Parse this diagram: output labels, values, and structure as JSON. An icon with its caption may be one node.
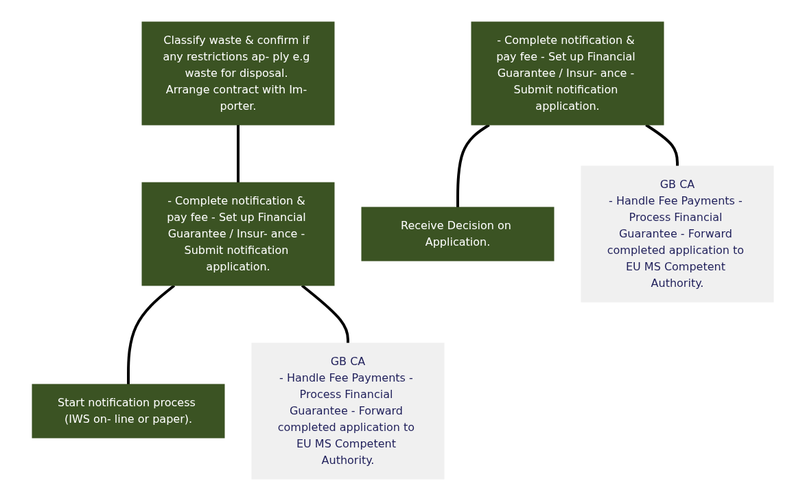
{
  "diagram": {
    "nodes": [
      {
        "text": [
          "Classify waste & confirm if any restrictions ap- ply e.g waste for disposal. Arrange contract with Im- porter."
        ]
      },
      {
        "text": [
          "- Complete notification & pay fee - Set up Financial Guarantee / Insur- ance - Submit notification application."
        ]
      },
      {
        "text": [
          "Start notification process (IWS on- line or paper)."
        ]
      },
      {
        "text": [
          "GB CA",
          "- Handle Fee Payments - Process Financial Guarantee - Forward completed application to EU MS Competent Authority."
        ]
      },
      {
        "text": [
          "- Complete notification & pay fee - Set up Financial Guarantee / Insur- ance - Submit notification application."
        ]
      },
      {
        "text": [
          "Receive Decision on Application."
        ]
      },
      {
        "text": [
          "GB CA",
          "- Handle Fee Payments - Process Financial Guarantee - Forward completed application to EU MS Competent Authority."
        ]
      }
    ],
    "edges": [
      {
        "from": 0,
        "to": 1,
        "arrow": "none"
      },
      {
        "from": 1,
        "to": 2,
        "arrow": "none"
      },
      {
        "from": 1,
        "to": 3,
        "arrow": "none"
      },
      {
        "from": 4,
        "to": 5,
        "arrow": "none"
      },
      {
        "from": 4,
        "to": 6,
        "arrow": "none"
      }
    ]
  }
}
